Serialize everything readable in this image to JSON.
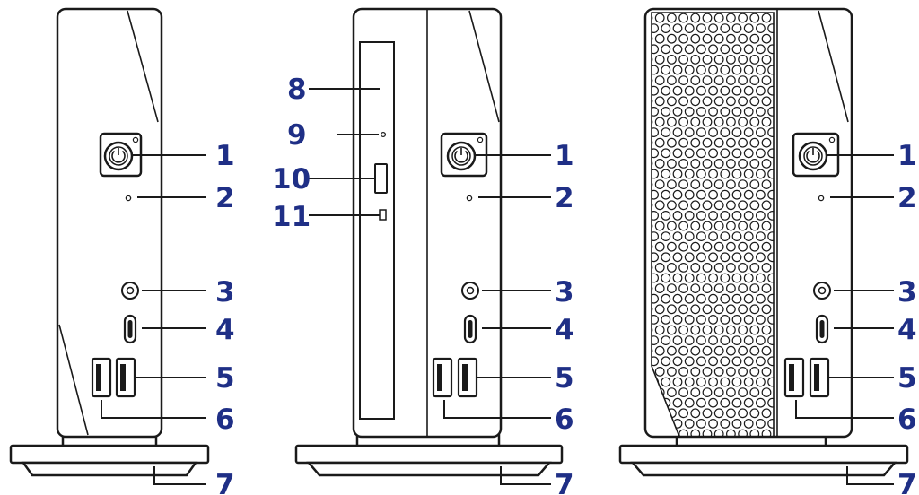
{
  "figure": {
    "views": [
      {
        "name": "front-plain",
        "callouts": [
          "1",
          "2",
          "3",
          "4",
          "5",
          "6",
          "7"
        ]
      },
      {
        "name": "front-with-optical-drive",
        "callouts": [
          "8",
          "9",
          "10",
          "11",
          "1",
          "2",
          "3",
          "4",
          "5",
          "6",
          "7"
        ]
      },
      {
        "name": "front-with-mesh-panel",
        "callouts": [
          "1",
          "2",
          "3",
          "4",
          "5",
          "6",
          "7"
        ]
      }
    ]
  }
}
